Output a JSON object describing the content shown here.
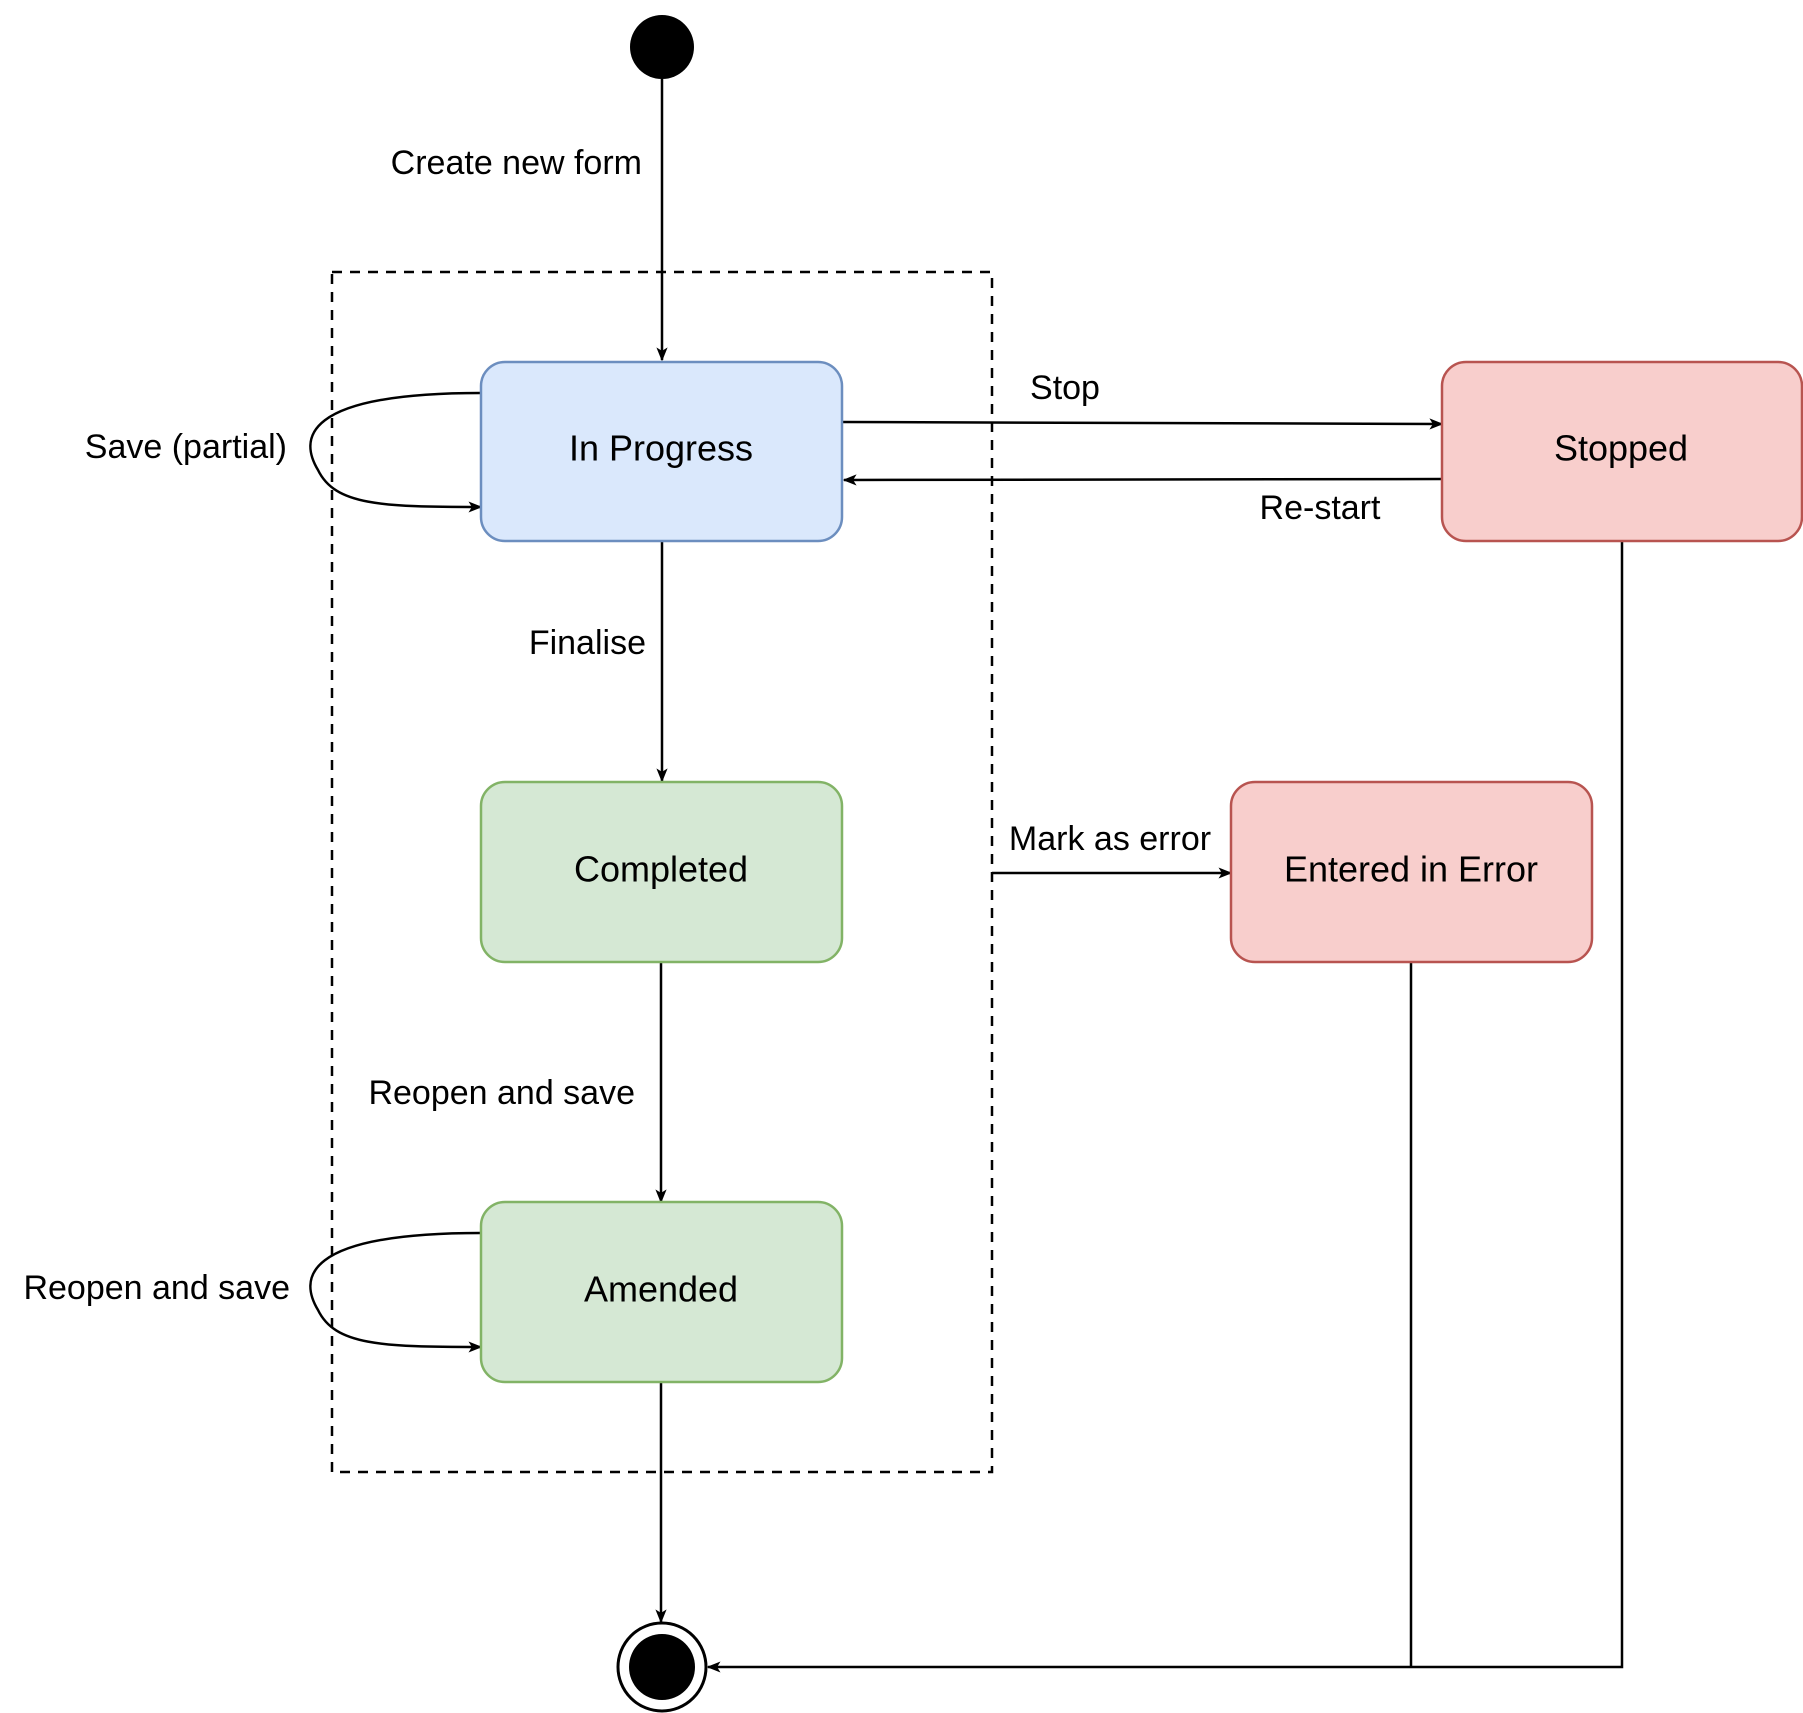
{
  "colors": {
    "in_progress_fill": "#dae8fc",
    "in_progress_stroke": "#6c8ebf",
    "completed_fill": "#d5e8d4",
    "completed_stroke": "#82b366",
    "error_fill": "#f8cecc",
    "error_stroke": "#b85450",
    "line": "#000000"
  },
  "states": {
    "in_progress": "In Progress",
    "completed": "Completed",
    "amended": "Amended",
    "stopped": "Stopped",
    "entered_in_error": "Entered in Error"
  },
  "transitions": {
    "create": "Create new form",
    "save_partial": "Save (partial)",
    "stop": "Stop",
    "restart": "Re-start",
    "finalise": "Finalise",
    "mark_error": "Mark as error",
    "reopen_save": "Reopen and save",
    "reopen_save_loop": "Reopen and save"
  }
}
